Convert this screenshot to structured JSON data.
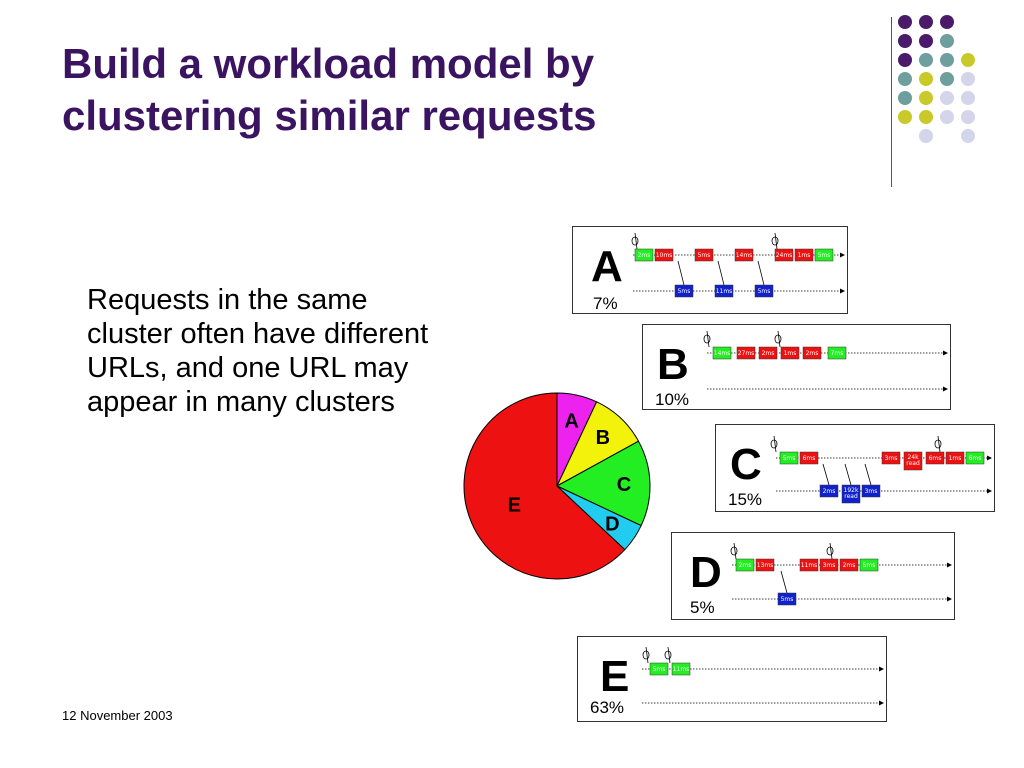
{
  "slide": {
    "title_line1": "Build a workload model by",
    "title_line2": "clustering similar requests",
    "body": "Requests in the same cluster often have different URLs, and one URL may appear in many clusters",
    "footer_date": "12 November 2003"
  },
  "colors": {
    "title": "#3b1461",
    "purple": "#4a1a6b",
    "teal": "#6e9e9e",
    "yellow_green": "#c9c92a",
    "lavender": "#d4d4ea",
    "cpu_green": "#22ee22",
    "cpu_red": "#ee1111",
    "disk_blue": "#1122cc",
    "pie_e": "#ee1111",
    "pie_a": "#ee22ee",
    "pie_b": "#f2f20a",
    "pie_c": "#22ee22",
    "pie_d": "#22ccee"
  },
  "decor_dots": [
    [
      "purple",
      "purple",
      "purple",
      null
    ],
    [
      "purple",
      "purple",
      "teal",
      null
    ],
    [
      "purple",
      "teal",
      "teal",
      "yellow_green"
    ],
    [
      "teal",
      "yellow_green",
      "teal",
      "lavender"
    ],
    [
      "teal",
      "yellow_green",
      "lavender",
      "lavender"
    ],
    [
      "yellow_green",
      "yellow_green",
      "lavender",
      "lavender"
    ],
    [
      null,
      "lavender",
      null,
      "lavender"
    ]
  ],
  "pie": {
    "slices": [
      {
        "label": "A",
        "percent": 7,
        "color_key": "pie_a"
      },
      {
        "label": "B",
        "percent": 10,
        "color_key": "pie_b"
      },
      {
        "label": "C",
        "percent": 15,
        "color_key": "pie_c"
      },
      {
        "label": "D",
        "percent": 5,
        "color_key": "pie_d"
      },
      {
        "label": "E",
        "percent": 63,
        "color_key": "pie_e"
      }
    ]
  },
  "clusters": [
    {
      "letter": "A",
      "percent_label": "7%",
      "top_segments": [
        {
          "t": "2ms",
          "c": "cpu_green"
        },
        {
          "t": "10ms",
          "c": "cpu_red"
        },
        {
          "t": "5ms",
          "c": "cpu_red"
        },
        {
          "t": "14ms",
          "c": "cpu_red"
        },
        {
          "t": "24ms",
          "c": "cpu_red"
        },
        {
          "t": "1ms",
          "c": "cpu_red"
        },
        {
          "t": "5ms",
          "c": "cpu_green"
        }
      ],
      "bottom_segments": [
        {
          "t": "5ms",
          "c": "disk_blue"
        },
        {
          "t": "11ms",
          "c": "disk_blue"
        },
        {
          "t": "5ms",
          "c": "disk_blue"
        }
      ]
    },
    {
      "letter": "B",
      "percent_label": "10%",
      "top_segments": [
        {
          "t": "14ms",
          "c": "cpu_green"
        },
        {
          "t": "27ms",
          "c": "cpu_red"
        },
        {
          "t": "2ms",
          "c": "cpu_red"
        },
        {
          "t": "1ms",
          "c": "cpu_red"
        },
        {
          "t": "2ms",
          "c": "cpu_red"
        },
        {
          "t": "7ms",
          "c": "cpu_green"
        }
      ],
      "bottom_segments": []
    },
    {
      "letter": "C",
      "percent_label": "15%",
      "top_segments": [
        {
          "t": "5ms",
          "c": "cpu_green"
        },
        {
          "t": "6ms",
          "c": "cpu_red"
        },
        {
          "t": "3ms",
          "c": "cpu_red"
        },
        {
          "t": "24k read",
          "c": "cpu_red"
        },
        {
          "t": "6ms",
          "c": "cpu_red"
        },
        {
          "t": "1ms",
          "c": "cpu_red"
        },
        {
          "t": "6ms",
          "c": "cpu_green"
        }
      ],
      "bottom_segments": [
        {
          "t": "2ms",
          "c": "disk_blue"
        },
        {
          "t": "192k read",
          "c": "disk_blue"
        },
        {
          "t": "3ms",
          "c": "disk_blue"
        }
      ]
    },
    {
      "letter": "D",
      "percent_label": "5%",
      "top_segments": [
        {
          "t": "2ms",
          "c": "cpu_green"
        },
        {
          "t": "13ms",
          "c": "cpu_red"
        },
        {
          "t": "11ms",
          "c": "cpu_red"
        },
        {
          "t": "3ms",
          "c": "cpu_red"
        },
        {
          "t": "2ms",
          "c": "cpu_red"
        },
        {
          "t": "5ms",
          "c": "cpu_green"
        }
      ],
      "bottom_segments": [
        {
          "t": "5ms",
          "c": "disk_blue"
        }
      ]
    },
    {
      "letter": "E",
      "percent_label": "63%",
      "top_segments": [
        {
          "t": "5ms",
          "c": "cpu_green"
        },
        {
          "t": "11ms",
          "c": "cpu_green"
        }
      ],
      "bottom_segments": []
    }
  ]
}
